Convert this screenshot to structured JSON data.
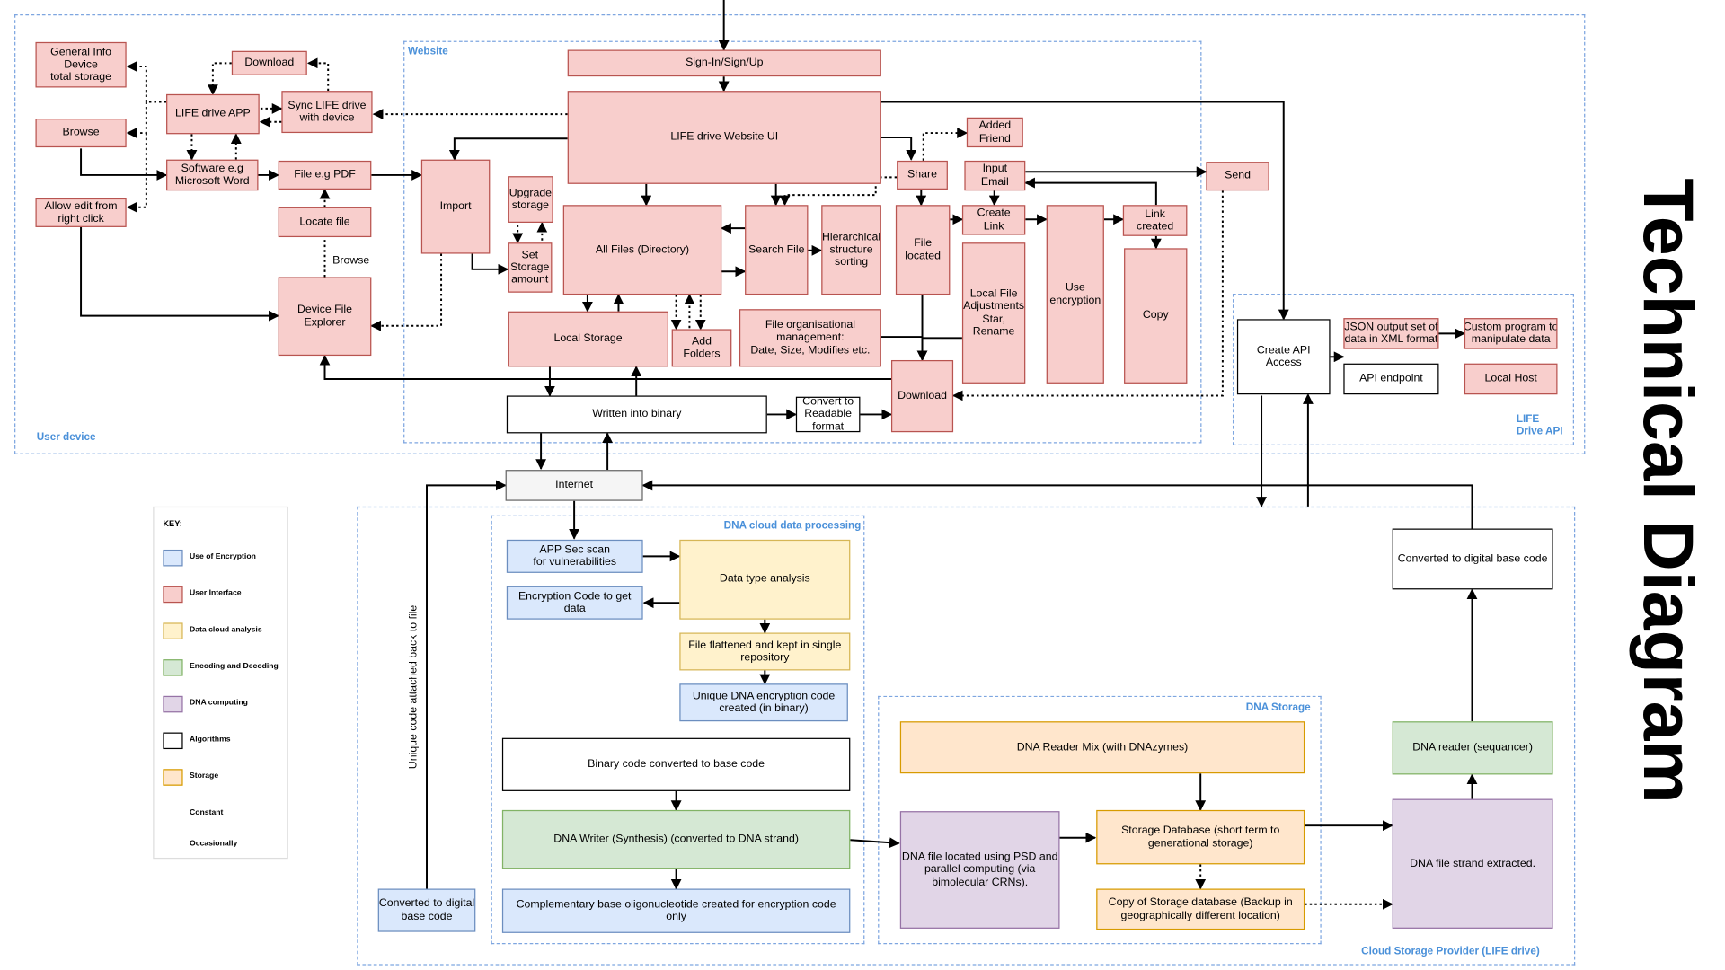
{
  "title": "Technical Diagram",
  "groups": {
    "user_device": "User device",
    "website": "Website",
    "api": "LIFE\nDrive API",
    "cloud": "Cloud Storage Provider (LIFE drive)",
    "dna_cloud": "DNA cloud data processing",
    "dna_storage": "DNA Storage"
  },
  "nodes": {
    "general_info": "General Info\nDevice\ntotal storage",
    "browse_node": "Browse",
    "allow_edit": "Allow edit from\nright click",
    "life_app": "LIFE drive APP",
    "download_top": "Download",
    "sync": "Sync LIFE drive\nwith device",
    "software": "Software e.g\nMicrosoft Word",
    "file_pdf": "File e.g PDF",
    "locate_file": "Locate file",
    "device_explorer": "Device File\nExplorer",
    "signin": "Sign-In/Sign/Up",
    "website_ui": "LIFE drive Website UI",
    "import": "Import",
    "upgrade": "Upgrade\nstorage",
    "set_storage": "Set\nStorage\namount",
    "all_files": "All Files (Directory)",
    "search_file": "Search File",
    "hier": "Hierarchical\nstructure\nsorting",
    "file_located": "File\nlocated",
    "share": "Share",
    "added_friend": "Added\nFriend",
    "input_email": "Input Email",
    "create_link": "Create Link",
    "use_enc": "Use\nencryption",
    "link_created": "Link created",
    "copy": "Copy",
    "send": "Send",
    "local_adj": "Local File\nAdjustments\nStar,\nRename",
    "local_storage": "Local Storage",
    "add_folders": "Add Folders",
    "file_org": "File organisational\nmanagement:\nDate, Size, Modifies etc.",
    "download_mid": "Download",
    "written_binary": "Written into binary",
    "convert_readable": "Convert to\nReadable\nformat",
    "create_api": "Create API Access",
    "json_output": "JSON output set of\ndata in XML format",
    "api_endpoint": "API endpoint",
    "custom_prog": "Custom program to\nmanipulate data",
    "local_host": "Local Host",
    "internet": "Internet",
    "app_sec": "APP Sec scan\nfor vulnerabilities",
    "enc_code": "Encryption Code to get data",
    "data_type": "Data type analysis",
    "flattened": "File flattened and kept in single\nrepository",
    "unique_dna": "Unique DNA encryption code\ncreated (in binary)",
    "binary_base": "Binary code converted to base code",
    "dna_writer": "DNA Writer (Synthesis) (converted to DNA strand)",
    "complementary": "Complementary base oligonucleotide created for encryption code only",
    "converted_digital_left": "Converted to digital\nbase code",
    "reader_mix": "DNA Reader Mix (with DNAzymes)",
    "dna_file_located": "DNA file located using PSD and\nparallel computing (via\nbimolecular CRNs).",
    "storage_db": "Storage Database (short term to\ngenerational storage)",
    "copy_db": "Copy of Storage database (Backup in\ngeographically different location)",
    "strand_extracted": "DNA file strand extracted.",
    "dna_reader": "DNA reader (sequancer)",
    "converted_digital_right": "Converted to digital base code"
  },
  "free_labels": {
    "browse_label": "Browse",
    "unique_code": "Unique code attached back to file"
  },
  "legend": {
    "title": "KEY:",
    "items": [
      {
        "label": "Use of Encryption",
        "color": "#dae8fc",
        "border": "#6c8ebf"
      },
      {
        "label": "User Interface",
        "color": "#f8cecc",
        "border": "#b85450"
      },
      {
        "label": "Data cloud analysis",
        "color": "#fff2cc",
        "border": "#d6b656"
      },
      {
        "label": "Encoding and Decoding",
        "color": "#d5e8d4",
        "border": "#82b366"
      },
      {
        "label": "DNA computing",
        "color": "#e1d5e7",
        "border": "#9673a6"
      },
      {
        "label": "Algorithms",
        "color": "#ffffff",
        "border": "#000000"
      },
      {
        "label": "Storage",
        "color": "#ffe6cc",
        "border": "#d79b00"
      }
    ],
    "constant": "Constant",
    "occasionally": "Occasionally"
  }
}
